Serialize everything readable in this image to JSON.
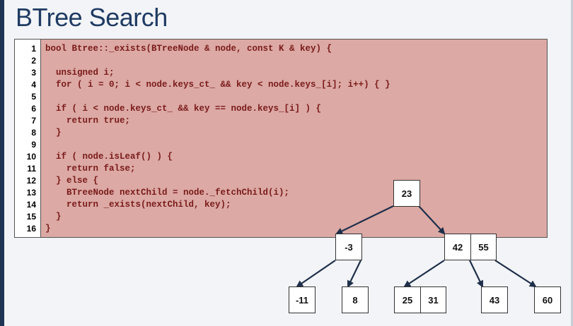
{
  "slide": {
    "title": "BTree Search"
  },
  "code": {
    "lines": [
      {
        "num": "1",
        "text": "bool Btree::_exists(BTreeNode & node, const K & key) {"
      },
      {
        "num": "2",
        "text": ""
      },
      {
        "num": "3",
        "text": "  unsigned i;"
      },
      {
        "num": "4",
        "text": "  for ( i = 0; i < node.keys_ct_ && key < node.keys_[i]; i++) { }"
      },
      {
        "num": "5",
        "text": ""
      },
      {
        "num": "6",
        "text": "  if ( i < node.keys_ct_ && key == node.keys_[i] ) {"
      },
      {
        "num": "7",
        "text": "    return true;"
      },
      {
        "num": "8",
        "text": "  }"
      },
      {
        "num": "9",
        "text": ""
      },
      {
        "num": "10",
        "text": "  if ( node.isLeaf() ) {"
      },
      {
        "num": "11",
        "text": "    return false;"
      },
      {
        "num": "12",
        "text": "  } else {"
      },
      {
        "num": "13",
        "text": "    BTreeNode nextChild = node._fetchChild(i);"
      },
      {
        "num": "14",
        "text": "    return _exists(nextChild, key);"
      },
      {
        "num": "15",
        "text": "  }"
      },
      {
        "num": "16",
        "text": "}"
      }
    ]
  },
  "tree": {
    "root": {
      "keys": [
        "23"
      ]
    },
    "left": {
      "keys": [
        "-3"
      ]
    },
    "right": {
      "keys": [
        "42",
        "55"
      ]
    },
    "leaves": [
      {
        "keys": [
          "-11"
        ]
      },
      {
        "keys": [
          "8"
        ]
      },
      {
        "keys": [
          "25",
          "31"
        ]
      },
      {
        "keys": [
          "43"
        ]
      },
      {
        "keys": [
          "60"
        ]
      }
    ]
  },
  "colors": {
    "code_bg": "#dca9a4",
    "code_text": "#7a1b1b",
    "title": "#1f3b63",
    "accent_bar": "#1f3455"
  }
}
